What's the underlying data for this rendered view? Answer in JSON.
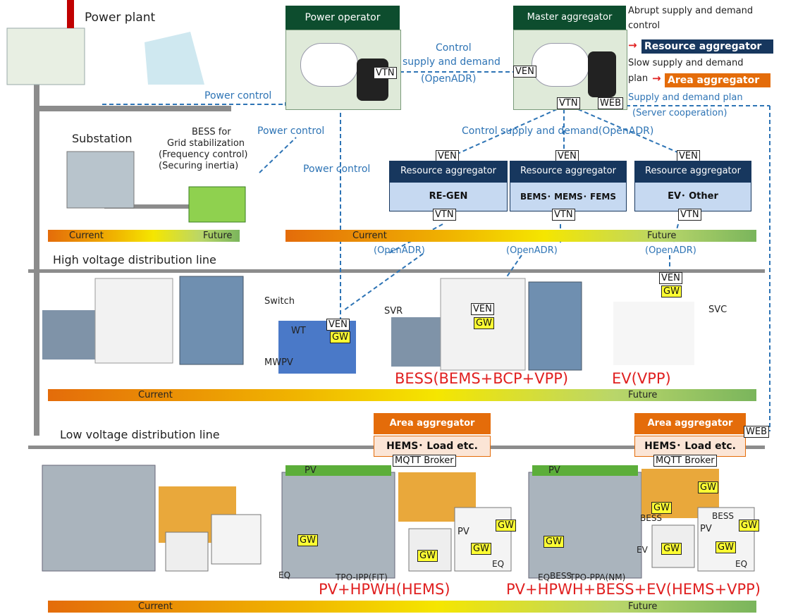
{
  "power_plant": {
    "label": "Power plant",
    "control_label": "Power control"
  },
  "substation": {
    "label": "Substation"
  },
  "bess_grid": {
    "line1": "BESS for",
    "line2": "Grid stabilization",
    "line3": "(Frequency control)",
    "line4": "(Securing inertia)",
    "control_label": "Power control"
  },
  "power_operator": {
    "title": "Power operator",
    "vtn": "VTN",
    "control_label": "Power control"
  },
  "control_link": {
    "line1": "Control",
    "line2": "supply and demand",
    "line3": "(OpenADR)"
  },
  "master_aggregator": {
    "title": "Master aggregator",
    "ven": "VEN",
    "vtn": "VTN",
    "web": "WEB"
  },
  "legend": {
    "abrupt_line1": "Abrupt supply and demand",
    "abrupt_line2": "control",
    "resource_aggregator": "Resource aggregator",
    "slow_line1": "Slow supply and demand",
    "slow_line2": "plan",
    "area_aggregator": "Area aggregator",
    "plan_line1": "Supply and demand plan",
    "plan_line2": "(Server cooperation)",
    "arrow": "→"
  },
  "control_openadr": "Control supply and demand(OpenADR)",
  "resource_aggregators": [
    {
      "ven": "VEN",
      "title": "Resource aggregator",
      "name": "RE-GEN",
      "vtn": "VTN",
      "openadr": "(OpenADR)"
    },
    {
      "ven": "VEN",
      "title": "Resource aggregator",
      "name": "BEMS･ MEMS･ FEMS",
      "vtn": "VTN",
      "openadr": "(OpenADR)"
    },
    {
      "ven": "VEN",
      "title": "Resource aggregator",
      "name": "EV･ Other",
      "vtn": "VTN",
      "openadr": "(OpenADR)"
    }
  ],
  "bars": {
    "top_left": {
      "current": "Current",
      "future": "Future"
    },
    "top_right": {
      "current": "Current",
      "future": "Future"
    },
    "middle": {
      "current": "Current",
      "future": "Future"
    },
    "bottom": {
      "current": "Current",
      "future": "Future"
    }
  },
  "high_voltage": {
    "line_label": "High voltage distribution line",
    "switch": "Switch",
    "wt": "WT",
    "mwpv": "MWPV",
    "svr": "SVR",
    "svc": "SVC",
    "wt_ven": "VEN",
    "wt_gw": "GW",
    "bldg_ven": "VEN",
    "bldg_gw": "GW",
    "ev_ven": "VEN",
    "ev_gw": "GW",
    "bess_caption": "BESS(BEMS+BCP+VPP)",
    "ev_caption": "EV(VPP)"
  },
  "low_voltage": {
    "line_label": "Low voltage distribution line",
    "area_aggregators": [
      {
        "title": "Area aggregator",
        "body": "HEMS･ Load etc.",
        "broker": "MQTT Broker"
      },
      {
        "title": "Area aggregator",
        "body": "HEMS･ Load etc.",
        "broker": "MQTT Broker",
        "web": "WEB"
      }
    ],
    "left_group": {
      "pv1": "PV",
      "pv2": "PV",
      "gw": "GW",
      "eq1": "EQ",
      "eq2": "EQ",
      "tpo": "TPO-IPP(FIT)",
      "caption": "PV+HPWH(HEMS)"
    },
    "right_group": {
      "pv1": "PV",
      "pv2": "PV",
      "gw": "GW",
      "eq1": "EQ",
      "eq2": "EQ",
      "bess1": "BESS",
      "bess2": "BESS",
      "bess3": "BESS",
      "ev": "EV",
      "tpo": "TPO-PPA(NM)",
      "caption": "PV+HPWH+BESS+EV(HEMS+VPP)"
    }
  },
  "colors": {
    "dark_green": "#0d4d2e",
    "navy": "#17375e",
    "orange": "#e46c0a",
    "link_blue": "#2e74b5",
    "caption_red": "#e02020"
  }
}
